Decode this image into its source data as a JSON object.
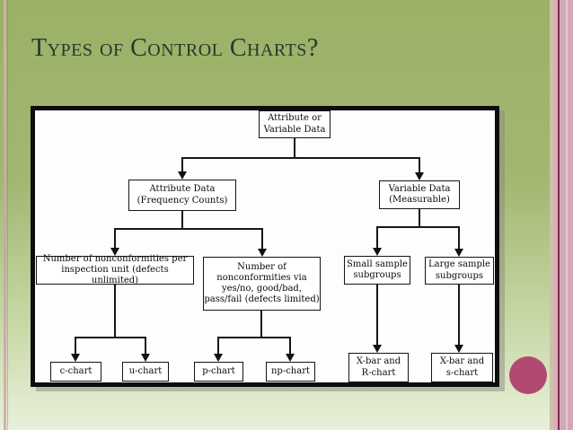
{
  "slide": {
    "title": "Types of Control Charts?"
  },
  "colors": {
    "background_top": "#9bb167",
    "background_bottom": "#e9f0db",
    "title_text": "#24392a",
    "frame_border": "#0d0d0d",
    "accent_circle": "#b14a70",
    "stripe_tan": "#cdc1a6",
    "stripe_pink": "#d2a8b4",
    "stripe_maroon": "#7c2f47",
    "node_border": "#151515"
  },
  "flowchart": {
    "nodes": [
      {
        "id": "attribute-or-variable-data",
        "label": "Attribute or\nVariable Data"
      },
      {
        "id": "attribute-data",
        "label": "Attribute Data\n(Frequency Counts)"
      },
      {
        "id": "variable-data",
        "label": "Variable Data\n(Measurable)"
      },
      {
        "id": "nonconformities-per-unit",
        "label": "Number of  nonconformities  per\ninspection unit  (defects unlimited)"
      },
      {
        "id": "nonconformities-via",
        "label": "Number of\nnonconformities via\nyes/no, good/bad,\npass/fail (defects limited)"
      },
      {
        "id": "small-sample-subgroups",
        "label": "Small sample\nsubgroups"
      },
      {
        "id": "large-sample-subgroups",
        "label": "Large sample\nsubgroups"
      },
      {
        "id": "c-chart",
        "label": "c-chart"
      },
      {
        "id": "u-chart",
        "label": "u-chart"
      },
      {
        "id": "p-chart",
        "label": "p-chart"
      },
      {
        "id": "np-chart",
        "label": "np-chart"
      },
      {
        "id": "xbar-r-chart",
        "label": "X-bar and\nR-chart"
      },
      {
        "id": "xbar-s-chart",
        "label": "X-bar and\ns-chart"
      }
    ]
  }
}
